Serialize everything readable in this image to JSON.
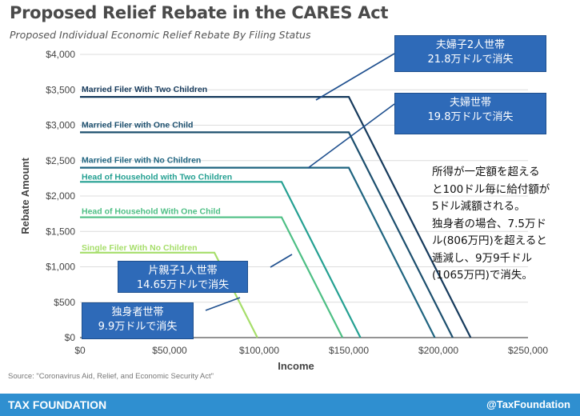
{
  "title": "Proposed Relief Rebate in the CARES Act",
  "subtitle": "Proposed Individual Economic Relief Rebate By Filing Status",
  "source": "Source: \"Coronavirus Aid, Relief, and Economic Security Act\"",
  "footer": {
    "brand": "TAX FOUNDATION",
    "handle": "@TaxFoundation"
  },
  "annotations": {
    "married_two_children": "夫婦子2人世帯\n21.8万ドルで消失",
    "married_no_children": "夫婦世帯\n19.8万ドルで消失",
    "hoh_one_child": "片親子1人世帯\n14.65万ドルで消失",
    "single": "独身者世帯\n9.9万ドルで消失",
    "note": "所得が一定額を超える\nと100ドル毎に給付額が\n5ドル減額される。\n独身者の場合、7.5万ド\nル(806万円)を超えると\n逓減し、9万9千ドル\n(1065万円)で消失。",
    "box_color": "#2e6ab8"
  },
  "chart_data": {
    "type": "line",
    "xlabel": "Income",
    "ylabel": "Rebate Amount",
    "xlim": [
      0,
      250000
    ],
    "ylim": [
      0,
      4000
    ],
    "x_ticks": [
      "$0",
      "$50,000",
      "$100,000",
      "$150,000",
      "$200,000",
      "$250,000"
    ],
    "y_ticks": [
      "$0",
      "$500",
      "$1,000",
      "$1,500",
      "$2,000",
      "$2,500",
      "$3,000",
      "$3,500",
      "$4,000"
    ],
    "grid": true,
    "series": [
      {
        "name": "Married Filer With Two Children",
        "color": "#163a5c",
        "x": [
          0,
          150000,
          218000
        ],
        "y": [
          3400,
          3400,
          0
        ]
      },
      {
        "name": "Married Filer with One Child",
        "color": "#1c4f6e",
        "x": [
          0,
          150000,
          208000
        ],
        "y": [
          2900,
          2900,
          0
        ]
      },
      {
        "name": "Married Filer with No Children",
        "color": "#1f6480",
        "x": [
          0,
          150000,
          198000
        ],
        "y": [
          2400,
          2400,
          0
        ]
      },
      {
        "name": "Head of Household with Two Children",
        "color": "#24a092",
        "x": [
          0,
          112500,
          156500
        ],
        "y": [
          2200,
          2200,
          0
        ]
      },
      {
        "name": "Head of Household With One Child",
        "color": "#4dbf84",
        "x": [
          0,
          112500,
          146500
        ],
        "y": [
          1700,
          1700,
          0
        ]
      },
      {
        "name": "Single Filer With No Children",
        "color": "#a6de6a",
        "x": [
          0,
          75000,
          99000
        ],
        "y": [
          1200,
          1200,
          0
        ]
      }
    ]
  }
}
